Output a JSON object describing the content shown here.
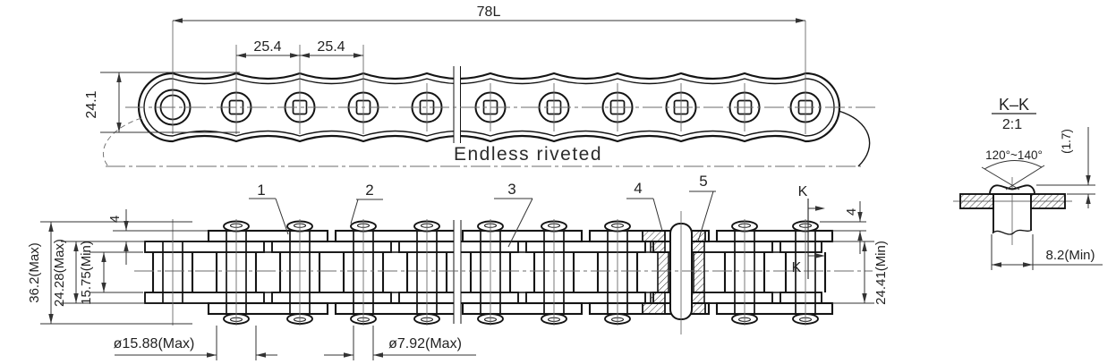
{
  "colors": {
    "line": "#141414",
    "centerline": "#6b6b6b",
    "dimension": "#333333",
    "background": "#ffffff"
  },
  "top_view": {
    "length": "78L",
    "pitch_left": "25.4",
    "pitch_right": "25.4",
    "plate_height": "24.1",
    "note": "Endless riveted"
  },
  "section_view": {
    "callouts": {
      "c1": "1",
      "c2": "2",
      "c3": "3",
      "c4": "4",
      "c5": "5"
    },
    "section_letter_top": "K",
    "section_letter_mid": "K",
    "rivet_protrusion": "4",
    "plate_offset": "4",
    "overall_pin_width": "36.2(Max)",
    "inner_link_outer_width": "24.28(Max)",
    "inner_width": "15.75(Min)",
    "roller_diameter": "ø15.88(Max)",
    "pin_diameter": "ø7.92(Max)",
    "outer_plate_inner_width": "24.41(Min)"
  },
  "detail_view": {
    "title": "K–K",
    "scale": "2:1",
    "rivet_angle": "120°~140°",
    "rivet_head_height": "(1.7)",
    "rivet_spread_diameter": "8.2(Min)"
  }
}
